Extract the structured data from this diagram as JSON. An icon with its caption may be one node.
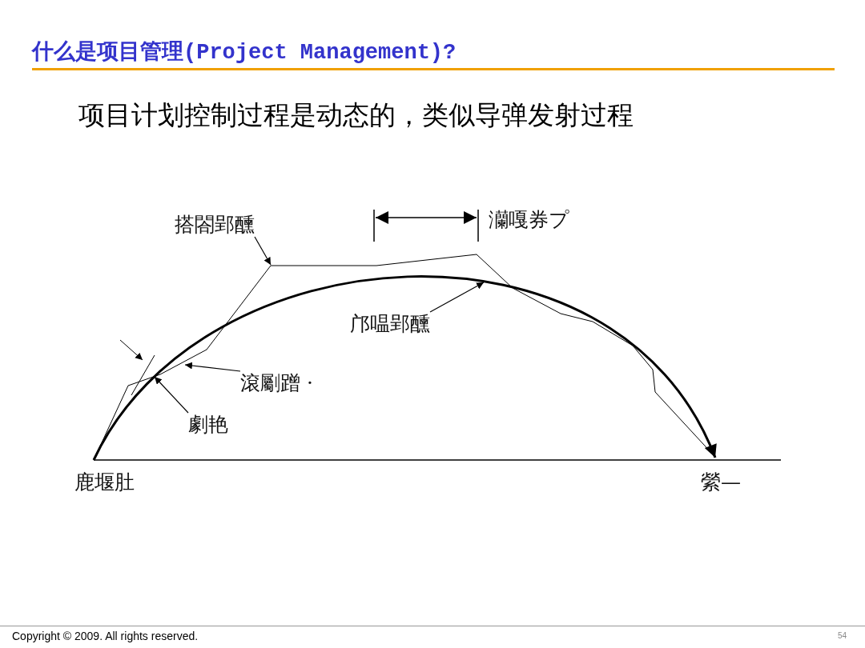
{
  "diagram": {
    "title": "什么是项目管理(Project Management)?",
    "nodes": [
      {
        "text": [
          "搭閤郢醺"
        ]
      },
      {
        "text": [
          "邝嗢郢醺"
        ]
      },
      {
        "text": [
          "滾劚蹭 ·"
        ]
      },
      {
        "text": [
          "劇艳"
        ]
      },
      {
        "text": [],
        "shape": "bar"
      }
    ],
    "edges": [
      {
        "from": 0,
        "to": null,
        "arrow": "to"
      },
      {
        "from": 1,
        "to": null,
        "arrow": "to"
      },
      {
        "from": 2,
        "to": null,
        "arrow": "to"
      },
      {
        "from": 3,
        "to": 4,
        "arrow": "to"
      }
    ],
    "labels": [
      "项目计划控制过程是动态的，类似导弹发射过程",
      "灡嘎券プ",
      "鹿堰肚",
      "縈—",
      "Copyright © 2009. All rights reserved.",
      "54"
    ]
  }
}
